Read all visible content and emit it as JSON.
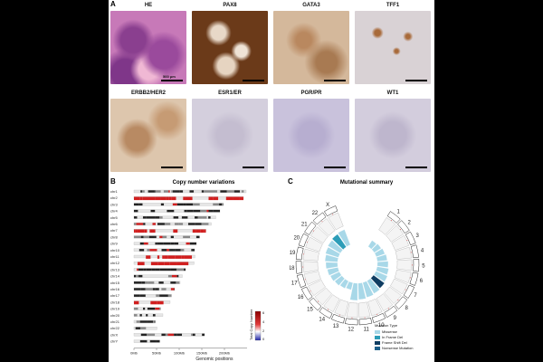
{
  "panels": {
    "a_label": "A",
    "b_label": "B",
    "c_label": "C"
  },
  "tiles_row1": [
    {
      "title": "HE",
      "cls": "he"
    },
    {
      "title": "PAX8",
      "cls": "pax8"
    },
    {
      "title": "GATA3",
      "cls": "gata3"
    },
    {
      "title": "TFF1",
      "cls": "tff1"
    }
  ],
  "tiles_row2": [
    {
      "title": "ERBB2/HER2",
      "cls": "erbb2"
    },
    {
      "title": "ESR1/ER",
      "cls": "esr1"
    },
    {
      "title": "PGR/PR",
      "cls": "pgr"
    },
    {
      "title": "WT1",
      "cls": "wt1"
    }
  ],
  "scale_text": "500 μm",
  "cnv": {
    "title": "Copy number variations",
    "xlabel": "Genomic positions",
    "chromosomes": [
      "chr1",
      "chr2",
      "chr3",
      "chr4",
      "chr5",
      "chr6",
      "chr7",
      "chr8",
      "chr9",
      "chr10",
      "chr11",
      "chr12",
      "chr13",
      "chr14",
      "chr15",
      "chr16",
      "chr17",
      "chr18",
      "chr19",
      "chr20",
      "chr21",
      "chr22",
      "chrX",
      "chrY"
    ],
    "xticks": [
      "0Mb",
      "50Mb",
      "100Mb",
      "150Mb",
      "200Mb"
    ],
    "legend_title": "Total Copy Number",
    "legend_ticks": [
      "6",
      "4",
      "2",
      "0"
    ],
    "colors": {
      "gain": "#d11f1f",
      "loss": "#2b35b8",
      "neutral": "#999999"
    }
  },
  "circos": {
    "title": "Mutational summary",
    "labels": [
      "1",
      "2",
      "3",
      "4",
      "5",
      "6",
      "7",
      "8",
      "9",
      "10",
      "11",
      "12",
      "13",
      "14",
      "15",
      "16",
      "17",
      "18",
      "19",
      "20",
      "21",
      "22",
      "X"
    ]
  },
  "mutation_legend": {
    "title": "Mutation Type",
    "items": [
      {
        "label": "Missense",
        "color": "#a8d8e8"
      },
      {
        "label": "In Frame Del",
        "color": "#2c9db8"
      },
      {
        "label": "Frame Shift Del",
        "color": "#0f3d62"
      },
      {
        "label": "Nonsense Mutation",
        "color": "#1b5e8a"
      }
    ]
  }
}
